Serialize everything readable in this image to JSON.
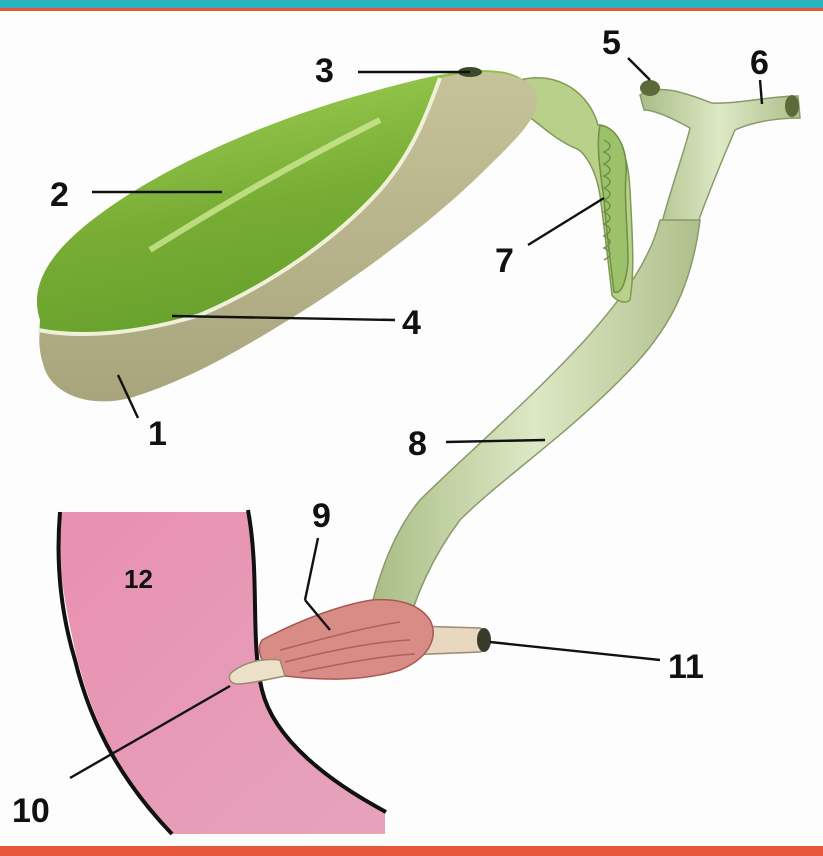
{
  "colors": {
    "top_bar": "#2bb3c0",
    "bottom_bar": "#e8563a",
    "gallbladder_green": "#7fb43a",
    "gallbladder_peritoneal": "#b7b48a",
    "duct_green": "#c7d7a6",
    "spiral_fold": "#9bc26a",
    "duodenum_pink": "#e79ab5",
    "sphincter_red": "#d98b86"
  },
  "labels": [
    {
      "key": "l1",
      "text": "1"
    },
    {
      "key": "l2",
      "text": "2"
    },
    {
      "key": "l3",
      "text": "3"
    },
    {
      "key": "l4",
      "text": "4"
    },
    {
      "key": "l5",
      "text": "5"
    },
    {
      "key": "l6",
      "text": "6"
    },
    {
      "key": "l7",
      "text": "7"
    },
    {
      "key": "l8",
      "text": "8"
    },
    {
      "key": "l9",
      "text": "9"
    },
    {
      "key": "l10",
      "text": "10"
    },
    {
      "key": "l11",
      "text": "11"
    },
    {
      "key": "l12",
      "text": "12"
    }
  ]
}
